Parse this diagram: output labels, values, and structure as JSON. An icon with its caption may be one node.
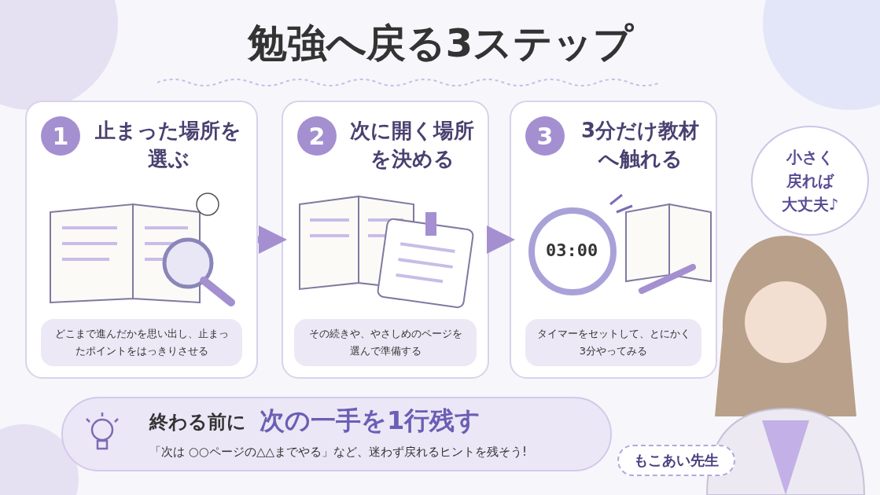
{
  "diagram": {
    "title": "勉強へ戻る3ステップ",
    "nodes": [
      {
        "text": [
          "1",
          "止まった場所を選ぶ"
        ]
      },
      {
        "text": [
          "どこまで進んだかを思い出し、止まったポイントをはっきりさせる"
        ],
        "in": 0
      },
      {
        "text": [
          "2",
          "次に開く場所を決める"
        ]
      },
      {
        "text": [
          "その続きや、やさしめのページを選んで準備する"
        ],
        "in": 2
      },
      {
        "text": [
          "3",
          "3分だけ教材へ触れる"
        ]
      },
      {
        "text": [
          "タイマーをセットして、とにかく3分やってみる"
        ],
        "in": 4
      },
      {
        "text": [
          "終わる前に",
          "次の一手を1行残す",
          "「次は ○○ページの△△までやる」など、迷わず戻れるヒントを残そう!"
        ]
      },
      {
        "text": [
          "小さく戻れば大丈夫♪"
        ]
      },
      {
        "text": [
          "もこあい先生"
        ]
      }
    ],
    "edges": [
      {
        "from": 0,
        "to": 2,
        "arrow": "to"
      },
      {
        "from": 2,
        "to": 4,
        "arrow": "to"
      }
    ],
    "labels": [
      "03:00"
    ]
  }
}
